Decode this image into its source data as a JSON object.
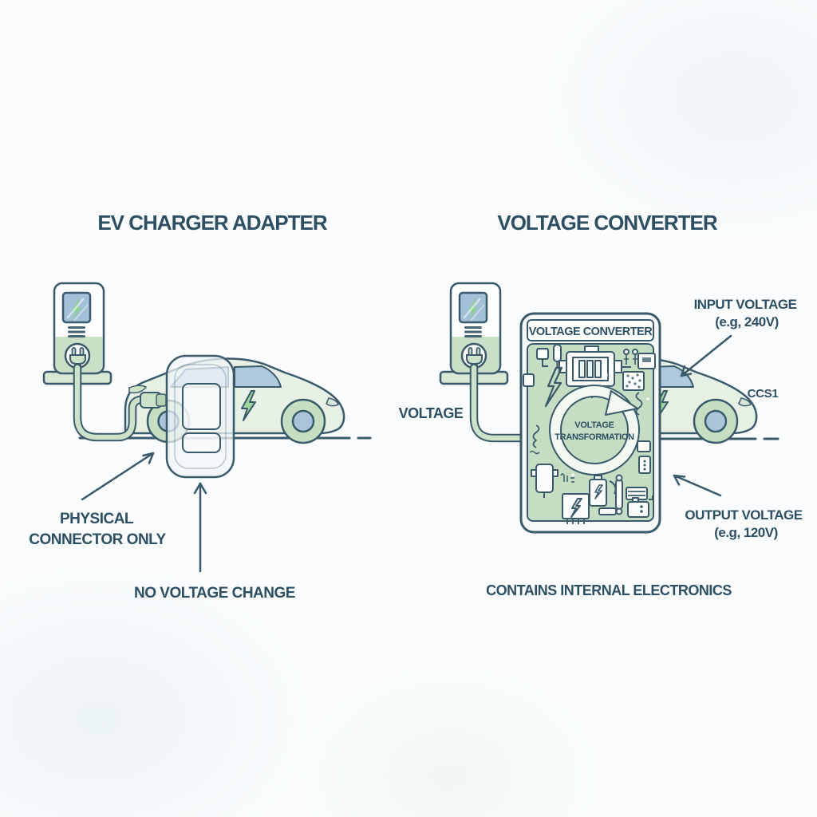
{
  "page": {
    "ink_color": "#3a5a6c",
    "text_color": "#2d4f63",
    "green_fill": "#cde3c9",
    "car_fill": "#e7f0e4",
    "window_fill": "#aec9de",
    "panel_fill": "#c5ddc2"
  },
  "left_panel": {
    "title": "EV CHARGER ADAPTER",
    "labels": {
      "physical_connector_line1": "PHYSICAL",
      "physical_connector_line2": "CONNECTOR ONLY",
      "no_voltage_change": "NO VOLTAGE CHANGE"
    }
  },
  "right_panel": {
    "title": "VOLTAGE CONVERTER",
    "voltage_label": "VOLTAGE",
    "converter_box": {
      "header": "VOLTAGE CONVERTER",
      "core_line1": "VOLTAGE",
      "core_line2": "TRANSFORMATION"
    },
    "labels": {
      "input_line1": "INPUT VOLTAGE",
      "input_line2": "(e.g, 240V)",
      "ccs1": "CCS1",
      "output_line1": "OUTPUT VOLTAGE",
      "output_line2": "(e.g, 120V)",
      "contains_internal": "CONTAINS INTERNAL ELECTRONICS"
    }
  }
}
